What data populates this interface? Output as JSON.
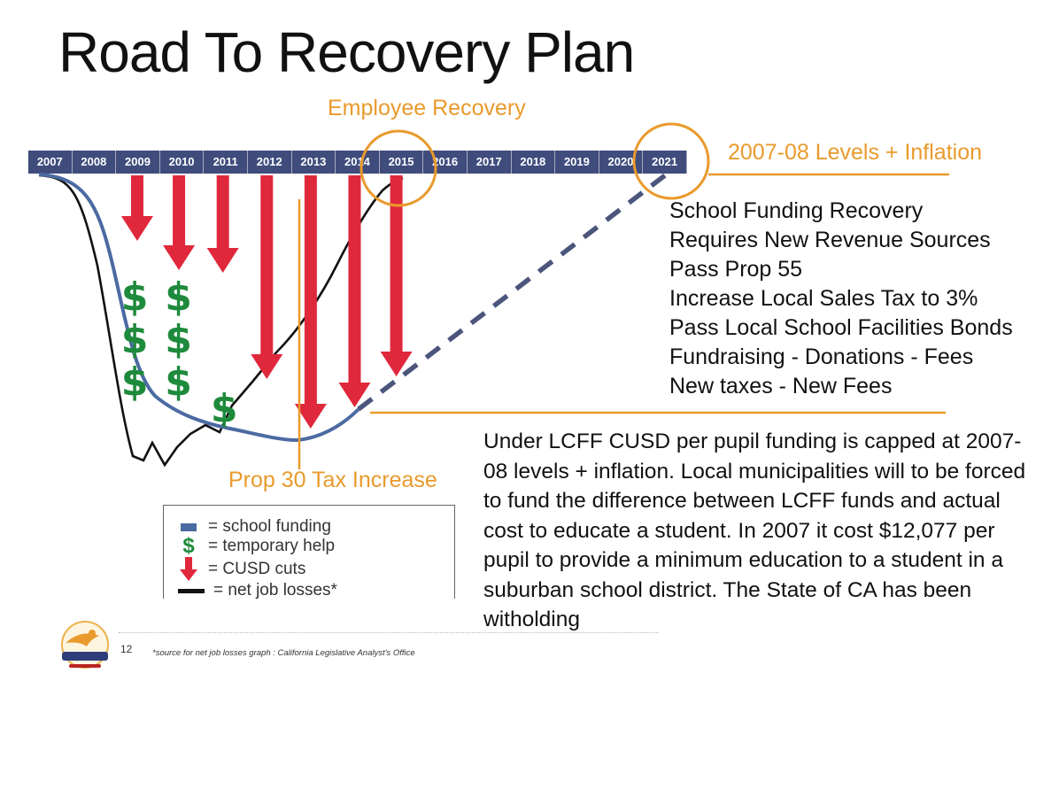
{
  "title": "Road To Recovery Plan",
  "chart_data": {
    "type": "line",
    "title": "Road To Recovery Plan",
    "timeline_years": [
      "2007",
      "2008",
      "2009",
      "2010",
      "2011",
      "2012",
      "2013",
      "2014",
      "2015",
      "2016",
      "2017",
      "2018",
      "2019",
      "2020",
      "2021"
    ],
    "series": [
      {
        "name": "school funding",
        "color": "#4b6aa2"
      },
      {
        "name": "net job losses*",
        "color": "#111111"
      }
    ],
    "projection": {
      "from": "2014",
      "to": "2021",
      "style": "dashed"
    },
    "annotations": {
      "employee_recovery": "Employee Recovery",
      "levels_inflation": "2007-08 Levels + Inflation",
      "prop30": "Prop 30 Tax Increase"
    },
    "temporary_help_columns": [
      {
        "year": "2009",
        "count": 3
      },
      {
        "year": "2010",
        "count": 3
      },
      {
        "year": "2011",
        "count": 1
      }
    ]
  },
  "recovery_list": [
    "School Funding Recovery",
    "Requires New Revenue Sources",
    "Pass Prop 55",
    "Increase Local Sales Tax to 3%",
    "Pass Local School Facilities Bonds",
    "Fundraising - Donations - Fees",
    "New taxes - New Fees"
  ],
  "lcff_text": "Under LCFF CUSD per pupil funding is capped at 2007-08 levels + inflation. Local municipalities will to be forced to fund the difference between LCFF funds and actual cost to educate a student.  In 2007 it cost $12,077 per pupil to provide a minimum education to a student in a suburban school district. The State of CA has been witholding",
  "legend": {
    "school_funding": "= school funding",
    "temporary_help": "= temporary help",
    "cusd_cuts": "= CUSD cuts",
    "net_job_losses": "= net job losses*"
  },
  "footer": {
    "page_number": "12",
    "source": "*source for net job losses graph : California Legislative Analyst's Office"
  },
  "colors": {
    "accent": "#e99a2c",
    "arrow": "#e0283c",
    "dollar": "#1e8a3c",
    "funding": "#4b6aa2",
    "timeline": "#3f4c7c"
  }
}
